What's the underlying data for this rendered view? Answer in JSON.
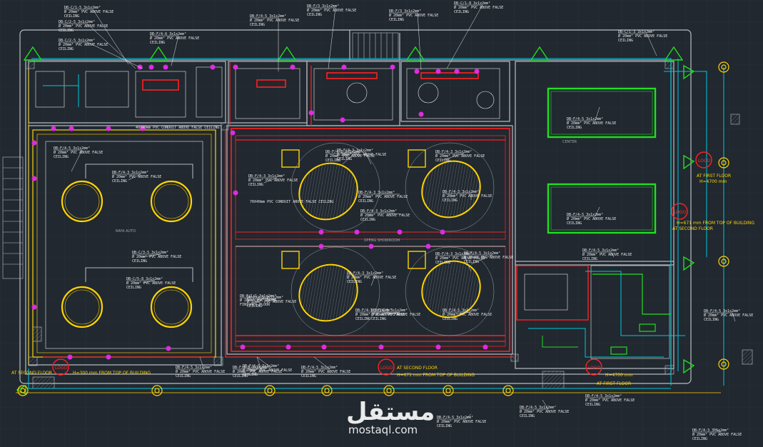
{
  "drawing": {
    "rooms": {
      "raya_auto": "RAYA AUTO",
      "xpeng_showroom": "XPENG SHOWROOM",
      "center": "CENTER"
    },
    "level_notes": {
      "at_second_floor_left": "AT SECOND FLOOR",
      "at_second_floor_mid": "AT SECOND FLOOR",
      "at_second_floor_right": "AT SECOND FLOOR",
      "at_first_floor_right": "AT FIRST FLOOR",
      "at_first_floor_bottom": "AT FIRST FLOOR",
      "h_top_of_building_left": "H=300 mm FROM TOP OF BUILDING",
      "h_top_of_building_mid": "H=671 mm FROM TOP OF BUILDING",
      "h_top_of_building_right": "H=671 mm FROM TOP OF BUILDING",
      "h_4700_right": "H=4700 mm",
      "h_4700_bottom": "H=4700 mm"
    },
    "logos": [
      "LOGO",
      "LOGO",
      "LOGO",
      "LOGO",
      "LOGO"
    ],
    "conduit_notes": {
      "conduit_1": "40X40mm PVC CONDUIT ABOVE FALSE CEILING",
      "conduit_2": "70X40mm PVC CONDUIT ABOVE FALSE CEILING"
    },
    "cable_callouts": [
      {
        "ref": "DB-C/1-5 3x1x2mm²",
        "line2": "Ø 20mm² PVC ABOVE FALSE",
        "line3": "CEILING"
      },
      {
        "ref": "DB-C/2-5 3x1x2mm²",
        "line2": "Ø 20mm² PVC ABOVE FALSE",
        "line3": "CEILING"
      },
      {
        "ref": "DB-C/2-5 3x1x2mm²",
        "line2": "Ø 20mm² PVC ABOVE FALSE",
        "line3": "CEILING"
      },
      {
        "ref": "DB-F/4-6 3x1x2mm²",
        "line2": "Ø 20mm² PVC ABOVE FALSE",
        "line3": "CEILING"
      },
      {
        "ref": "DB-F/4-5 3x1x2mm²",
        "line2": "Ø 20mm² PVC ABOVE FALSE",
        "line3": "CEILING"
      },
      {
        "ref": "DB-F/3 3x1x2mm²",
        "line2": "Ø 20mm² PVC ABOVE FALSE",
        "line3": "CEILING"
      },
      {
        "ref": "DB-F/3 3x1x2mm²",
        "line2": "Ø 20mm² PVC ABOVE FALSE",
        "line3": "CEILING"
      },
      {
        "ref": "DB-C/1-8 3x1x2mm²",
        "line2": "Ø 20mm² PVC ABOVE FALSE",
        "line3": "CEILING"
      },
      {
        "ref": "DB-C/1-3 3x1x2mm²",
        "line2": "Ø 20mm² PVC ABOVE FALSE",
        "line3": "CEILING"
      },
      {
        "ref": "DB-F/4-5 3x1x2mm²",
        "line2": "Ø 20mm² PVC ABOVE FALSE",
        "line3": "CEILING"
      },
      {
        "ref": "DB-F/4-3 3x1x2mm²",
        "line2": "Ø 20mm² PVC ABOVE FALSE",
        "line3": "CEILING"
      },
      {
        "ref": "DB-C/3-5 3x1x2mm²",
        "line2": "Ø 20mm² PVC ABOVE FALSE",
        "line3": "CEILING"
      },
      {
        "ref": "DB-C/5-8 3x1x2mm²",
        "line2": "Ø 20mm² PVC ABOVE FALSE",
        "line3": "CEILING"
      },
      {
        "ref": "DB-F/4-3 3x1x2mm²",
        "line2": "Ø 20mm² PVC ABOVE FALSE",
        "line3": "CEILING"
      },
      {
        "ref": "DB-F/4-3 3x1x2mm²",
        "line2": "Ø 20mm² PVC ABOVE FALSE",
        "line3": "CEILING"
      },
      {
        "ref": "DB-F/4-3 3x1x2mm²",
        "line2": "Ø 20mm² PVC ABOVE FALSE",
        "line3": "CEILING"
      },
      {
        "ref": "DB-F/4-3 3x1x2mm²",
        "line2": "Ø 20mm² PVC ABOVE FALSE",
        "line3": "CEILING"
      },
      {
        "ref": "DB-F/4-3 3x1x2mm²",
        "line2": "Ø 20mm² PVC ABOVE FALSE",
        "line3": "CEILING"
      },
      {
        "ref": "DB-F/4-3 3x1x2mm²",
        "line2": "Ø 20mm² PVC ABOVE FALSE",
        "line3": "CEILING"
      },
      {
        "ref": "DB-F/4-3 3x1x2mm²",
        "line2": "Ø 20mm² PVC ABOVE FALSE",
        "line3": "CEILING"
      },
      {
        "ref": "DB-F/4-5 3x1x2mm²",
        "line2": "Ø 20mm² PVC ABOVE FALSE",
        "line3": "CEILING"
      },
      {
        "ref": "DB-F/4-5 3x1x2mm²",
        "line2": "Ø 20mm² PVC ABOVE FALSE",
        "line3": "CEILING"
      },
      {
        "ref": "DB-F/4-5 3x1x2mm²",
        "line2": "Ø 20mm² PVC ABOVE FALSE",
        "line3": "CEILING"
      },
      {
        "ref": "DB-F/4-5 3x1x2mm²",
        "line2": "Ø 20mm² PVC ABOVE FALSE",
        "line3": "CEILING"
      },
      {
        "ref": "DB-F/4-5 3x1x2mm²",
        "line2": "Ø 20mm² PVC ABOVE FALSE",
        "line3": "CEILING"
      },
      {
        "ref": "DB-F/4-5 3x1x2mm²",
        "line2": "Ø 20mm² PVC ABOVE FALSE",
        "line3": "CEILING"
      },
      {
        "ref": "DB-F/4-5 3x1x2mm²",
        "line2": "Ø 20mm² PVC ABOVE FALSE",
        "line3": "CEILING"
      },
      {
        "ref": "DB-F/4-5 3x1x2mm²",
        "line2": "Ø 20mm² PVC ABOVE FALSE",
        "line3": "CEILING"
      },
      {
        "ref": "DB-F/4-5 3x1x2mm²",
        "line2": "Ø 20mm² PVC ABOVE FALSE",
        "line3": "CEILING"
      },
      {
        "ref": "DB-F/4-5 3x1x2mm²",
        "line2": "Ø 20mm² PVC ABOVE FALSE",
        "line3": "CEILING"
      },
      {
        "ref": "DB-F/4-5 3x1x2mm²",
        "line2": "Ø 20mm² PVC ABOVE FALSE",
        "line3": "CEILING"
      },
      {
        "ref": "DB-F/4-5 3x1x2mm²",
        "line2": "Ø 20mm² PVC ABOVE FALSE",
        "line3": "CEILING"
      },
      {
        "ref": "DB-F/4-3 3x1x2mm²",
        "line2": "Ø 20mm² PVC ABOVE FALSE",
        "line3": "CEILING"
      },
      {
        "ref": "DB-F/4-3 3x1x2mm²",
        "line2": "Ø 20mm² PVC ABOVE FALSE",
        "line3": "CEILING"
      },
      {
        "ref": "DB-F/4-5 3x1x2mm²",
        "line2": "Ø 20mm² PVC ABOVE FALSE",
        "line3": "CEILING"
      },
      {
        "ref": "DB-F/4-5 3x1x2mm²",
        "line2": "Ø 20mm² PVC ABOVE FALSE",
        "line3": "CEILING"
      },
      {
        "ref": "DB-F/4-3 3x1x2mm²",
        "line2": "Ø 20mm² PVC ABOVE FALSE",
        "line3": "CEILING"
      },
      {
        "ref": "DB-F/4-3 3x1x2mm²",
        "line2": "Ø 20mm² PVC ABOVE FALSE",
        "line3": "CEILING"
      },
      {
        "ref": "DB-F/4-5 3x1x2mm²",
        "line2": "Ø 20mm² PVC ABOVE FALSE",
        "line3": "CEILING"
      },
      {
        "ref": "DB-F/1/1 3x1x2mm²",
        "line2": "Ø 20mm² PVC UNDER",
        "line3": "FINISHED FLOOR"
      },
      {
        "ref": "DB-F/1/5 3x1x2mm²",
        "line2": "Ø 20mm² PVC UNDER",
        "line3": "FINISHED FLOOR"
      }
    ],
    "watermark": {
      "arabic": "مستقل",
      "latin": "mostaql.com"
    }
  }
}
